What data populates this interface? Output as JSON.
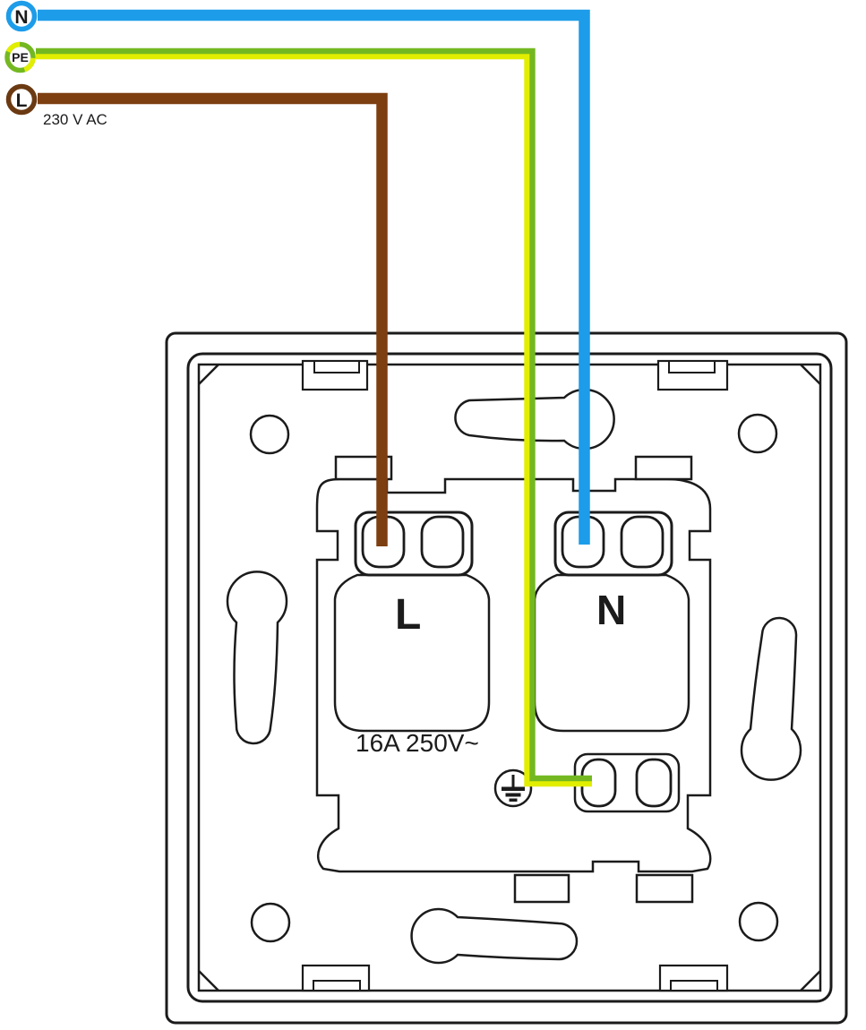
{
  "legend": {
    "neutral_label": "N",
    "earth_label": "PE",
    "live_label": "L",
    "voltage_note": "230 V AC"
  },
  "socket": {
    "live_terminal_label": "L",
    "neutral_terminal_label": "N",
    "rating_label": "16A 250V~",
    "earth_symbol": "earth-ground-icon"
  },
  "colors": {
    "line": "#1b1b1b",
    "neutral_blue": "#1d9ce9",
    "live_brown": "#7d3e10",
    "live_ring_brown": "#6b3a12",
    "pe_green": "#74b821",
    "pe_yellow": "#e2ee00",
    "note_text": "#3c3c3c"
  }
}
